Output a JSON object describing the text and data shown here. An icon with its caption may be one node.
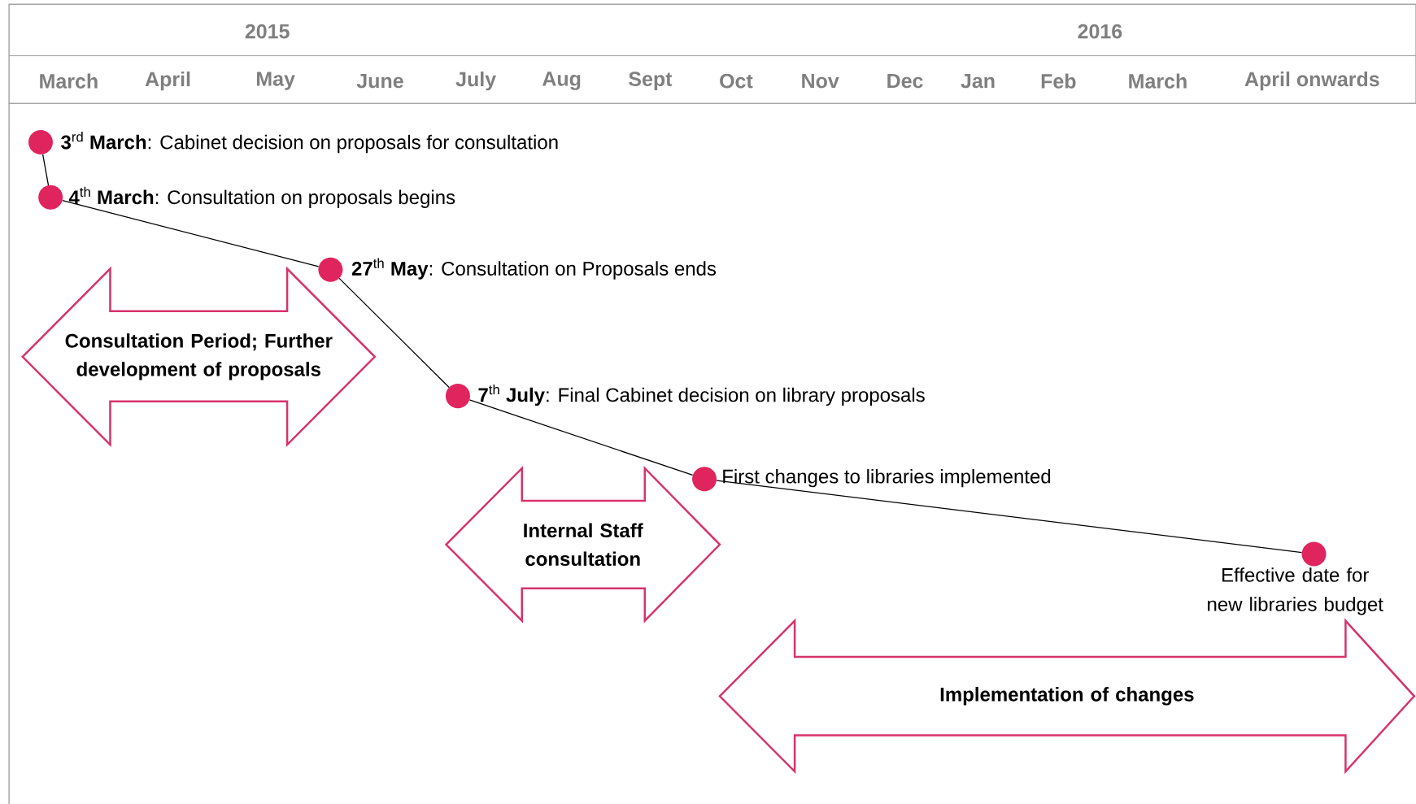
{
  "diagram": {
    "nodes": [
      {
        "text": [],
        "shape": "circle",
        "beside": [
          "**3**$^{rd}$ **March**: Cabinet decision on proposals for consultation"
        ]
      },
      {
        "text": [],
        "shape": "circle",
        "beside": [
          "**4**$^{th}$ **March**: Consultation on proposals begins"
        ]
      },
      {
        "text": [],
        "shape": "circle",
        "beside": [
          "**27**$^{th}$ **May**: Consultation on Proposals ends"
        ]
      },
      {
        "text": [
          "Consultation Period; Further development of proposals"
        ]
      },
      {
        "text": [],
        "shape": "circle",
        "beside": [
          "**7**$^{th}$ **July**: Final Cabinet decision on library proposals"
        ]
      },
      {
        "text": [],
        "shape": "circle",
        "beside": [
          "First changes to libraries implemented"
        ]
      },
      {
        "text": [
          "Internal Staff consultation"
        ]
      },
      {
        "text": [],
        "shape": "circle",
        "beside": [
          "Effective date for new libraries budget"
        ]
      },
      {
        "text": [
          "Implementation of changes"
        ]
      }
    ],
    "edges": [
      {
        "from": 0,
        "to": 1,
        "arrow": "none"
      },
      {
        "from": 1,
        "to": 2,
        "arrow": "none"
      },
      {
        "from": 2,
        "to": 4,
        "arrow": "none"
      },
      {
        "from": 4,
        "to": 5,
        "arrow": "none"
      },
      {
        "from": 5,
        "to": 7,
        "arrow": "none"
      }
    ],
    "labels": [
      "2015",
      "2016",
      "March",
      "April",
      "May",
      "June",
      "July",
      "Aug",
      "Sept",
      "Oct",
      "Nov",
      "Dec",
      "Jan",
      "Feb",
      "March",
      "April onwards"
    ]
  }
}
